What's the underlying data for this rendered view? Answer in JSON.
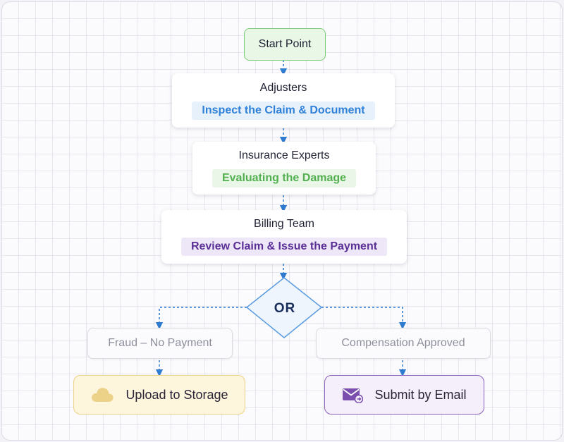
{
  "flow": {
    "start_label": "Start Point",
    "steps": [
      {
        "title": "Adjusters",
        "task": "Inspect the Claim & Document",
        "task_color": "#2f80d8",
        "task_bg": "#e6f1fc"
      },
      {
        "title": "Insurance Experts",
        "task": "Evaluating the Damage",
        "task_color": "#52b050",
        "task_bg": "#eaf6e8"
      },
      {
        "title": "Billing Team",
        "task": "Review Claim & Issue the Payment",
        "task_color": "#5a2f96",
        "task_bg": "#ede7f7"
      }
    ],
    "decision_label": "OR",
    "outcomes": [
      {
        "label": "Fraud – No Payment"
      },
      {
        "label": "Compensation Approved"
      }
    ],
    "actions": [
      {
        "label": "Upload to Storage",
        "icon": "cloud-icon",
        "bg": "#fdf5dc",
        "border": "#ecd189"
      },
      {
        "label": "Submit by Email",
        "icon": "email-icon",
        "bg": "#f4effa",
        "border": "#8a61b8"
      }
    ],
    "colors": {
      "connector": "#2e7bd0",
      "decision_fill": "#eef5fd",
      "decision_border": "#5b9be0"
    }
  }
}
